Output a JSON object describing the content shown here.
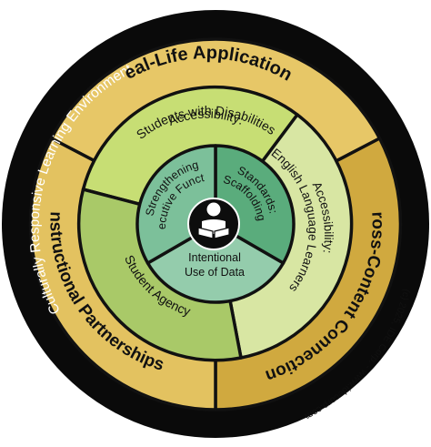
{
  "diagram": {
    "border_label": "Culturally Responsive Learning Environment",
    "copyright": "(c) 2025, IDE Corp. - www.idecorp.com",
    "outer_ring": [
      {
        "label": "Real-Life Applications",
        "color": "#e7c767"
      },
      {
        "label": "Cross-Content Connections",
        "color": "#d0a93f"
      },
      {
        "label": "Instructional Partnerships",
        "color": "#e3c260"
      }
    ],
    "middle_ring": [
      {
        "line1": "Accessibility:",
        "line2": "Students with Disabilities",
        "color": "#c7de74"
      },
      {
        "line1": "Accessibility:",
        "line2": "English Language Learners",
        "color": "#d8e6a3"
      },
      {
        "line1": "Student Agency",
        "line2": "",
        "color": "#a9c968"
      }
    ],
    "inner_ring": [
      {
        "line1": "Standards:",
        "line2": "Scaffolding",
        "color": "#5aac7c"
      },
      {
        "line1": "Intentional",
        "line2": "Use of Data",
        "color": "#94ccac"
      },
      {
        "line1": "Strengthening",
        "line2": "Executive Function",
        "color": "#7cc09a"
      }
    ],
    "center_icon": "student-reading-icon",
    "colors": {
      "border": "#0a0a0a",
      "divider": "#111111"
    }
  }
}
